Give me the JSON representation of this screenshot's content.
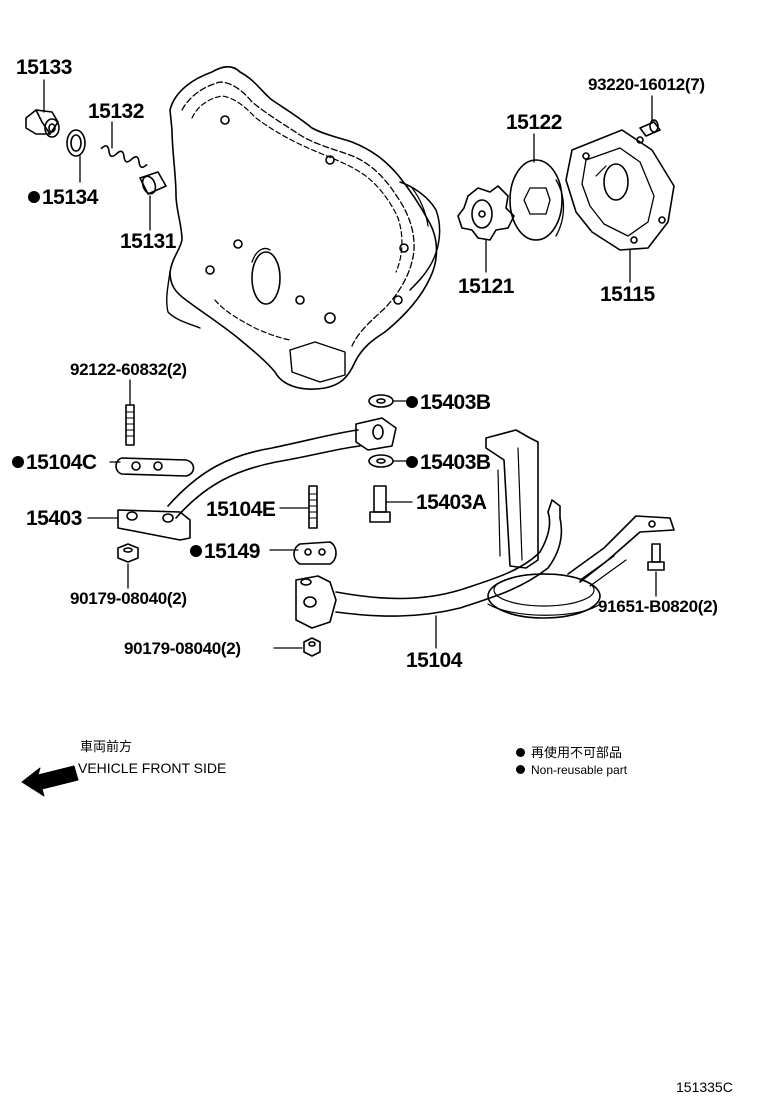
{
  "parts": {
    "p15133": "15133",
    "p15132": "15132",
    "p15134": "15134",
    "p15131": "15131",
    "p93220": "93220-16012(7)",
    "p15122": "15122",
    "p15121": "15121",
    "p15115": "15115",
    "p92122": "92122-60832(2)",
    "p15403B_1": "15403B",
    "p15104C": "15104C",
    "p15403B_2": "15403B",
    "p15403A": "15403A",
    "p15403": "15403",
    "p15104E": "15104E",
    "p15149": "15149",
    "p90179a": "90179-08040(2)",
    "p91651": "91651-B0820(2)",
    "p90179b": "90179-08040(2)",
    "p15104": "15104"
  },
  "legend": {
    "direction_jp": "車両前方",
    "direction_en": "VEHICLE FRONT SIDE",
    "nonreusable_jp": "再使用不可部品",
    "nonreusable_en": "Non-reusable part"
  },
  "diagram_code": "151335C",
  "colors": {
    "ink": "#000000",
    "paper": "#ffffff"
  }
}
